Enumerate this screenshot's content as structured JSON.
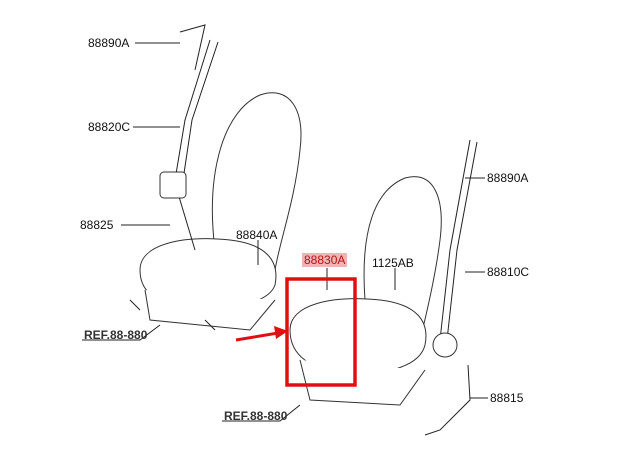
{
  "diagram": {
    "labels": {
      "belt_guide_left": "88890A",
      "belt_left": "88820C",
      "buckle_left": "88825",
      "buckle_part_left": "88840A",
      "highlighted_part": "88830A",
      "bolt": "1125AB",
      "belt_right": "88810C",
      "belt_guide_right": "88890A",
      "buckle_right": "88815",
      "ref_left": "REF.88-880",
      "ref_right": "REF.88-880"
    },
    "colors": {
      "highlight_box": "#e01010",
      "highlight_label_bg": "#f2b3b3",
      "arrow": "#e01010"
    }
  }
}
